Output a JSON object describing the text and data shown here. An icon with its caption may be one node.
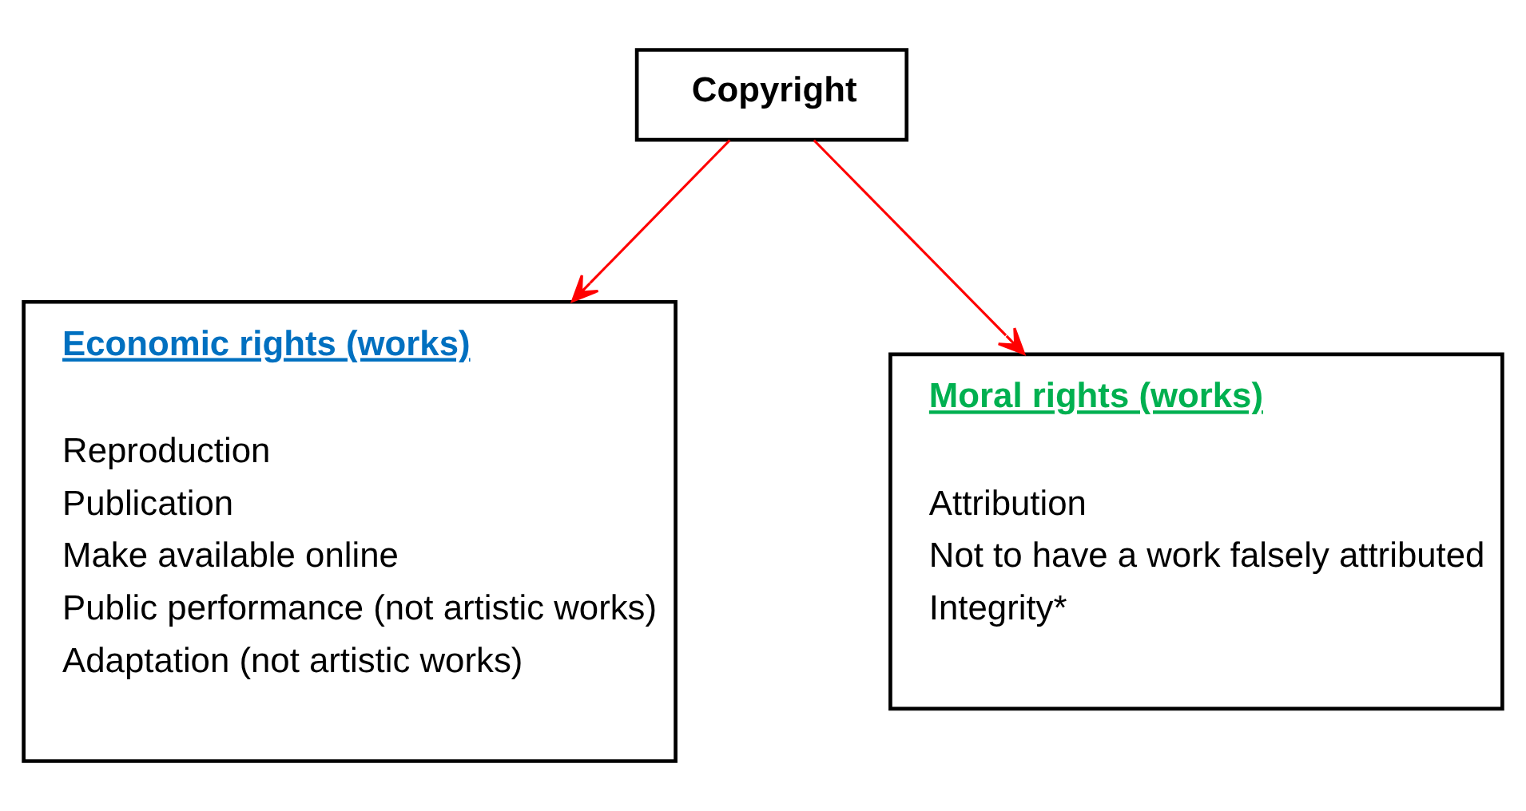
{
  "diagram": {
    "nodes": [
      {
        "text": [
          "Copyright"
        ]
      },
      {
        "text": [
          "Economic rights (works)",
          "Reproduction",
          "Publication",
          "Make available online",
          "Public performance (not artistic works)",
          "Adaptation (not artistic works)"
        ]
      },
      {
        "text": [
          "Moral rights (works)",
          "Attribution",
          "Not to have a work falsely attributed",
          "Integrity*"
        ]
      }
    ],
    "edges": [
      {
        "from": 0,
        "to": 1,
        "arrow": "to",
        "color": "#ff0000"
      },
      {
        "from": 0,
        "to": 2,
        "arrow": "to",
        "color": "#ff0000"
      }
    ]
  }
}
